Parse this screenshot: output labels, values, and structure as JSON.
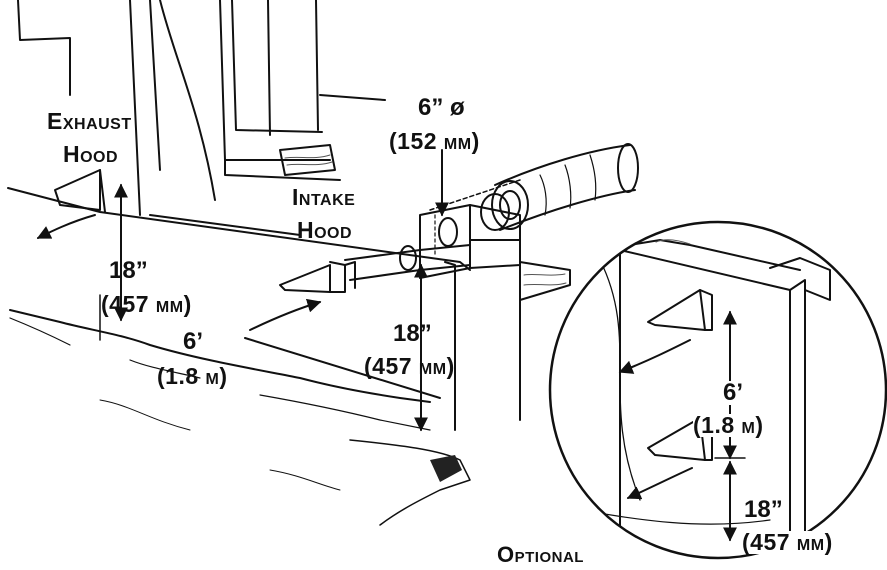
{
  "labels": {
    "exhaust_line1": "Exhaust",
    "exhaust_line2": "Hood",
    "intake_line1": "Intake",
    "intake_line2": "Hood",
    "duct_diameter": "6” ø",
    "duct_diameter_metric": "(152 mm)",
    "exhaust_height": "18”",
    "exhaust_height_metric": "(457 mm)",
    "hood_separation": "6’",
    "hood_separation_metric": "(1.8 m)",
    "intake_height": "18”",
    "intake_height_metric": "(457 mm)",
    "optional_separation": "6’",
    "optional_separation_metric": "(1.8 m)",
    "optional_height": "18”",
    "optional_height_metric": "(457 mm)",
    "optional_caption": "Optional"
  },
  "colors": {
    "line": "#111111",
    "background": "#ffffff",
    "wood_grain": "#555555"
  }
}
